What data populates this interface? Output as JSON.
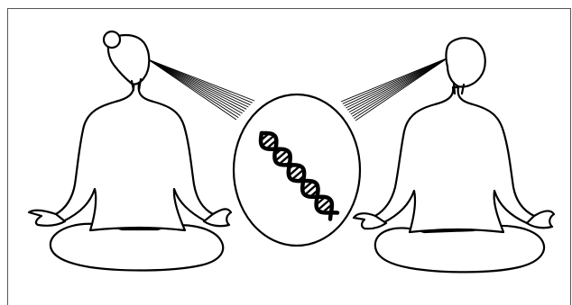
{
  "figures": [
    {
      "id": "left",
      "name": "woman-meditating",
      "hair": "bun"
    },
    {
      "id": "right",
      "name": "man-meditating",
      "hair": "short"
    }
  ],
  "center": {
    "name": "dna-double-helix",
    "enclosure": "oval"
  },
  "colors": {
    "stroke": "#000000",
    "fill": "#ffffff",
    "frame": "#555555"
  },
  "beam_lines_per_figure": 10
}
